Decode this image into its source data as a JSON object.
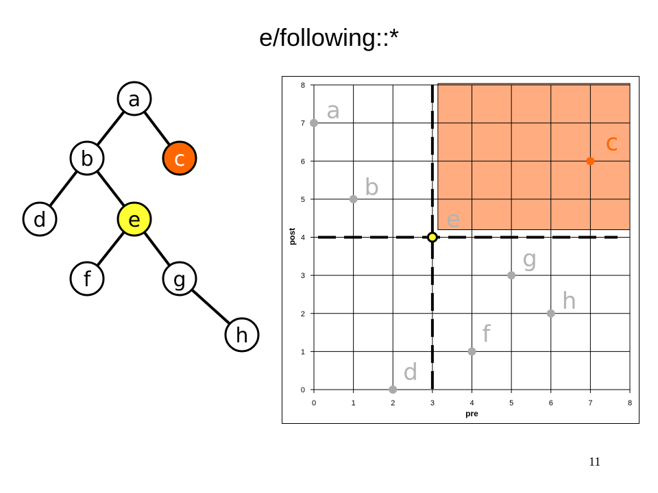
{
  "title": "e/following::*",
  "page_number": "11",
  "colors": {
    "context_node": "#ffff33",
    "result_node": "#ff6600",
    "result_region": "#ffad80",
    "point": "#aaaaaa",
    "point_label": "#b3b3b3"
  },
  "tree": {
    "nodes": [
      {
        "id": "a",
        "label": "a",
        "role": "normal"
      },
      {
        "id": "b",
        "label": "b",
        "role": "normal"
      },
      {
        "id": "c",
        "label": "c",
        "role": "result"
      },
      {
        "id": "d",
        "label": "d",
        "role": "normal"
      },
      {
        "id": "e",
        "label": "e",
        "role": "context"
      },
      {
        "id": "f",
        "label": "f",
        "role": "normal"
      },
      {
        "id": "g",
        "label": "g",
        "role": "normal"
      },
      {
        "id": "h",
        "label": "h",
        "role": "normal"
      }
    ],
    "edges": [
      [
        "a",
        "b"
      ],
      [
        "a",
        "c"
      ],
      [
        "b",
        "d"
      ],
      [
        "b",
        "e"
      ],
      [
        "e",
        "f"
      ],
      [
        "e",
        "g"
      ],
      [
        "g",
        "h"
      ]
    ]
  },
  "chart_data": {
    "type": "scatter",
    "xlabel": "pre",
    "ylabel": "post",
    "xlim": [
      0,
      8
    ],
    "ylim": [
      0,
      8
    ],
    "xticks": [
      "0",
      "1",
      "2",
      "3",
      "4",
      "5",
      "6",
      "7",
      "8"
    ],
    "yticks": [
      "0",
      "1",
      "2",
      "3",
      "4",
      "5",
      "6",
      "7",
      "8"
    ],
    "grid": true,
    "points": [
      {
        "label": "a",
        "x": 0,
        "y": 7,
        "role": "normal"
      },
      {
        "label": "b",
        "x": 1,
        "y": 5,
        "role": "normal"
      },
      {
        "label": "c",
        "x": 7,
        "y": 6,
        "role": "result"
      },
      {
        "label": "d",
        "x": 2,
        "y": 0,
        "role": "normal"
      },
      {
        "label": "e",
        "x": 3,
        "y": 4,
        "role": "context"
      },
      {
        "label": "f",
        "x": 4,
        "y": 1,
        "role": "normal"
      },
      {
        "label": "g",
        "x": 5,
        "y": 3,
        "role": "normal"
      },
      {
        "label": "h",
        "x": 6,
        "y": 2,
        "role": "normal"
      }
    ],
    "highlight_region": {
      "x": [
        3,
        8
      ],
      "y": [
        4,
        8
      ]
    },
    "context_lines": {
      "x": 3,
      "y": 4
    }
  }
}
